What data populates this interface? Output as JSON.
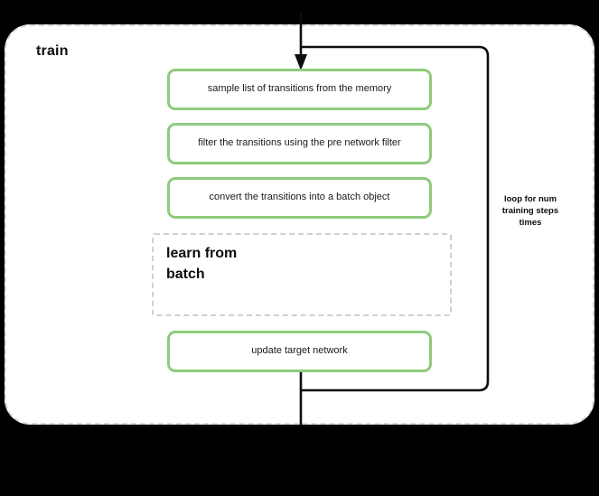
{
  "diagram": {
    "title": "train",
    "background_color": "#000000",
    "container_color": "#ffffff",
    "accent_color": "#8ecb7c",
    "dashed_border_color": "#d9d9d9",
    "line_color": "#0d0d0d"
  },
  "steps": [
    {
      "id": "sample",
      "label": "sample list of transitions from the memory"
    },
    {
      "id": "filter",
      "label": "filter the transitions using the pre network filter"
    },
    {
      "id": "convert",
      "label": "convert the transitions into a batch object"
    },
    {
      "id": "update",
      "label": "update target network"
    }
  ],
  "subgroup": {
    "title": "learn from batch",
    "style": "dashed"
  },
  "loop": {
    "caption": "loop for num training steps times"
  },
  "icons": {
    "arrow_down": "arrow-down-icon",
    "loop_path": "loop-path-icon"
  }
}
